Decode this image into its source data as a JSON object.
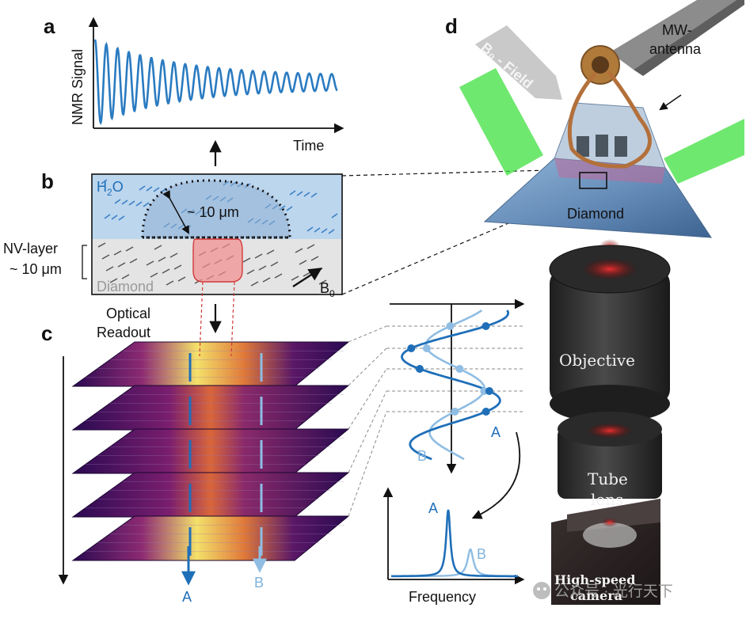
{
  "panels": {
    "a": {
      "label": "a",
      "ylabel": "NMR Signal",
      "xlabel": "Time"
    },
    "b": {
      "label": "b",
      "water": "H",
      "water_sub": "2",
      "water_end": "O",
      "depth": "~ 10 μm",
      "nv_layer_line1": "NV-layer",
      "nv_layer_line2": "~ 10 μm",
      "diamond": "Diamond",
      "field": "B",
      "field_sub": "0",
      "readout_line1": "Optical",
      "readout_line2": "Readout"
    },
    "c": {
      "label": "c",
      "pixel_a": "A",
      "pixel_b": "B",
      "wave_a": "A",
      "wave_b": "B",
      "spec_a": "A",
      "spec_b": "B",
      "spec_xlabel": "Frequency"
    },
    "d": {
      "label": "d",
      "b0_field": "B₀ - Field",
      "mw_line1": "MW-",
      "mw_line2": "antenna",
      "diamond": "Diamond",
      "objective": "Objective",
      "tube_line1": "Tube",
      "tube_line2": "lens",
      "camera_line1": "High-speed",
      "camera_line2": "camera"
    }
  },
  "watermark": "公众号 · 光行天下",
  "colors": {
    "signal": "#2a7bc1",
    "trace_a": "#1f6fb8",
    "trace_b": "#8fbde3",
    "water": "#bcd6ee",
    "diamond_layer": "#e4e4e4",
    "readout_spot": "#f28b8b",
    "laser": "#3fe03f",
    "heatmap_dark": "#2a0a52"
  }
}
